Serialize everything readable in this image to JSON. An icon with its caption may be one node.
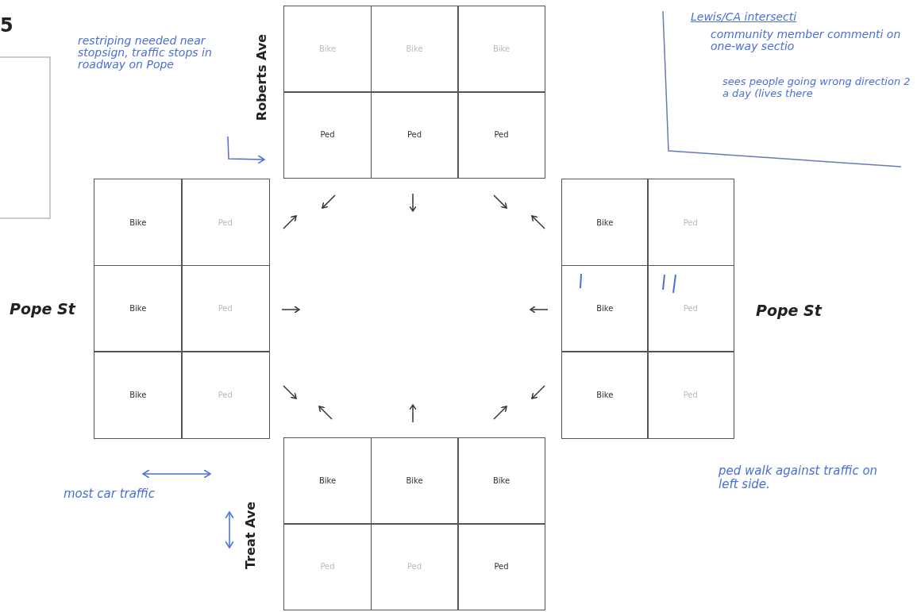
{
  "diagram": {
    "labels": [
      "5",
      "restriping needed near stopsign, traffic stops in roadway on Pope",
      "Roberts Ave",
      "Bike",
      "Bike",
      "Bike",
      "Ped",
      "Ped",
      "Ped",
      "Bike",
      "Ped",
      "Bike",
      "Ped",
      "Bike",
      "Ped",
      "Pope St",
      "Bike",
      "Ped",
      "Bike",
      "Ped",
      "Bike",
      "Ped",
      "Pope St",
      "Lewis/CA intersecti",
      "community member commenti on one-way sectio",
      "sees people going wrong direction 2 a day (lives there",
      "most car traffic",
      "Treat Ave",
      "Bike",
      "Bike",
      "Bike",
      "Ped",
      "Ped",
      "Ped",
      "ped walk against traffic on left side."
    ]
  }
}
